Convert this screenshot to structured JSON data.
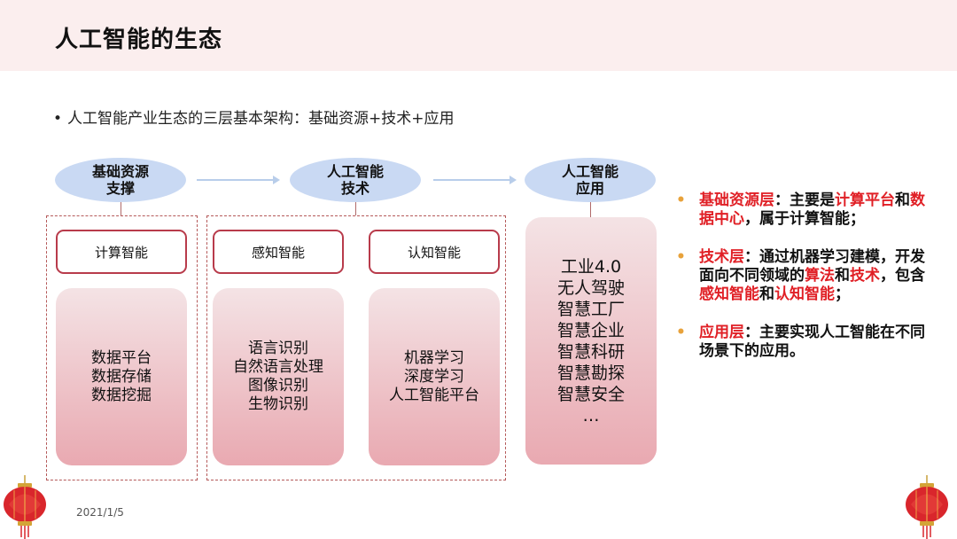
{
  "title": "人工智能的生态",
  "intro": "人工智能产业生态的三层基本架构：基础资源+技术+应用",
  "layers": [
    {
      "line1": "基础资源",
      "line2": "支撑"
    },
    {
      "line1": "人工智能",
      "line2": "技术"
    },
    {
      "line1": "人工智能",
      "line2": "应用"
    }
  ],
  "categories": {
    "compute": "计算智能",
    "perception": "感知智能",
    "cognition": "认知智能"
  },
  "panels": {
    "compute": [
      "数据平台",
      "数据存储",
      "数据挖掘"
    ],
    "perception": [
      "语言识别",
      "自然语言处理",
      "图像识别",
      "生物识别"
    ],
    "cognition": [
      "机器学习",
      "深度学习",
      "人工智能平台"
    ],
    "application": [
      "工业4.0",
      "无人驾驶",
      "智慧工厂",
      "智慧企业",
      "智慧科研",
      "智慧勘探",
      "智慧安全",
      "…"
    ]
  },
  "notes": {
    "n1": {
      "a": "基础资源层",
      "b": "：主要是",
      "c": "计算平台",
      "d": "和",
      "e": "数据中心",
      "f": "，属于计算智能；"
    },
    "n2": {
      "a": "技术层",
      "b": "：通过机器学习建模，开发面向不同领域的",
      "c": "算法",
      "d": "和",
      "e": "技术",
      "f": "，包含",
      "g": "感知智能",
      "h": "和",
      "i": "认知智能",
      "j": "；"
    },
    "n3": {
      "a": "应用层",
      "b": "：主要实现人工智能在不同场景下的应用。"
    }
  },
  "date": "2021/1/5",
  "colors": {
    "accent_red": "#e01f25",
    "header_bg": "#fbeeee",
    "ellipse": "#c9d9f3",
    "box_border": "#b83b4b"
  },
  "icons": [
    "lantern-icon"
  ]
}
